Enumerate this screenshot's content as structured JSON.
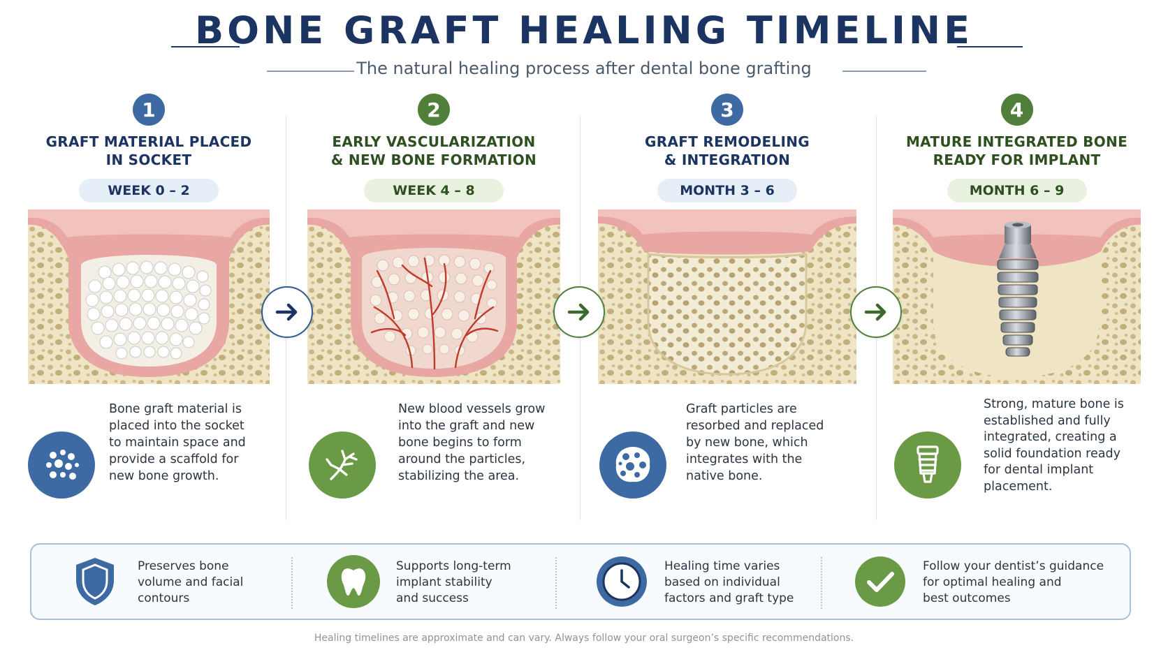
{
  "header": {
    "title": "BONE GRAFT HEALING TIMELINE",
    "subtitle": "The natural healing process after dental bone grafting"
  },
  "stages": [
    {
      "number": "1",
      "title_line1": "GRAFT MATERIAL PLACED",
      "title_line2": "IN SOCKET",
      "period": "WEEK 0 – 2",
      "description": [
        "Bone graft material is",
        "placed into the socket",
        "to maintain space and",
        "provide a scaffold for",
        "new bone growth."
      ],
      "icon": "graft-particles-icon",
      "theme": "blue"
    },
    {
      "number": "2",
      "title_line1": "EARLY VASCULARIZATION",
      "title_line2": "& NEW BONE FORMATION",
      "period": "WEEK 4 – 8",
      "description": [
        "New blood vessels grow",
        "into the graft and new",
        "bone begins to form",
        "around the particles,",
        "stabilizing the area."
      ],
      "icon": "blood-vessel-icon",
      "theme": "green"
    },
    {
      "number": "3",
      "title_line1": "GRAFT REMODELING",
      "title_line2": "& INTEGRATION",
      "period": "MONTH 3 – 6",
      "description": [
        "Graft particles are",
        "resorbed and replaced",
        "by new bone, which",
        "integrates with the",
        "native bone."
      ],
      "icon": "bone-remodel-icon",
      "theme": "blue"
    },
    {
      "number": "4",
      "title_line1": "MATURE INTEGRATED BONE",
      "title_line2": "READY FOR IMPLANT",
      "period": "MONTH 6 – 9",
      "description": [
        "Strong, mature bone is",
        "established and fully",
        "integrated, creating a",
        "solid foundation ready",
        "for dental implant",
        "placement."
      ],
      "icon": "dental-implant-icon",
      "theme": "green"
    }
  ],
  "benefits": [
    {
      "text": [
        "Preserves bone",
        "volume and facial",
        "contours"
      ],
      "icon": "shield-icon"
    },
    {
      "text": [
        "Supports long-term",
        "implant stability",
        "and success"
      ],
      "icon": "tooth-icon"
    },
    {
      "text": [
        "Healing time varies",
        "based on individual",
        "factors and graft type"
      ],
      "icon": "clock-icon"
    },
    {
      "text": [
        "Follow your dentist’s guidance",
        "for optimal healing and",
        "best outcomes"
      ],
      "icon": "checkmark-icon"
    }
  ],
  "footnote": "Healing timelines are approximate and can vary. Always follow your oral surgeon’s specific recommendations.",
  "colors": {
    "navy": "#1b3461",
    "blue": "#3d6aa3",
    "green": "#4f7f3a",
    "light_green": "#6b9a47",
    "gum": "#e8a3a0",
    "bone": "#efe6c8"
  }
}
